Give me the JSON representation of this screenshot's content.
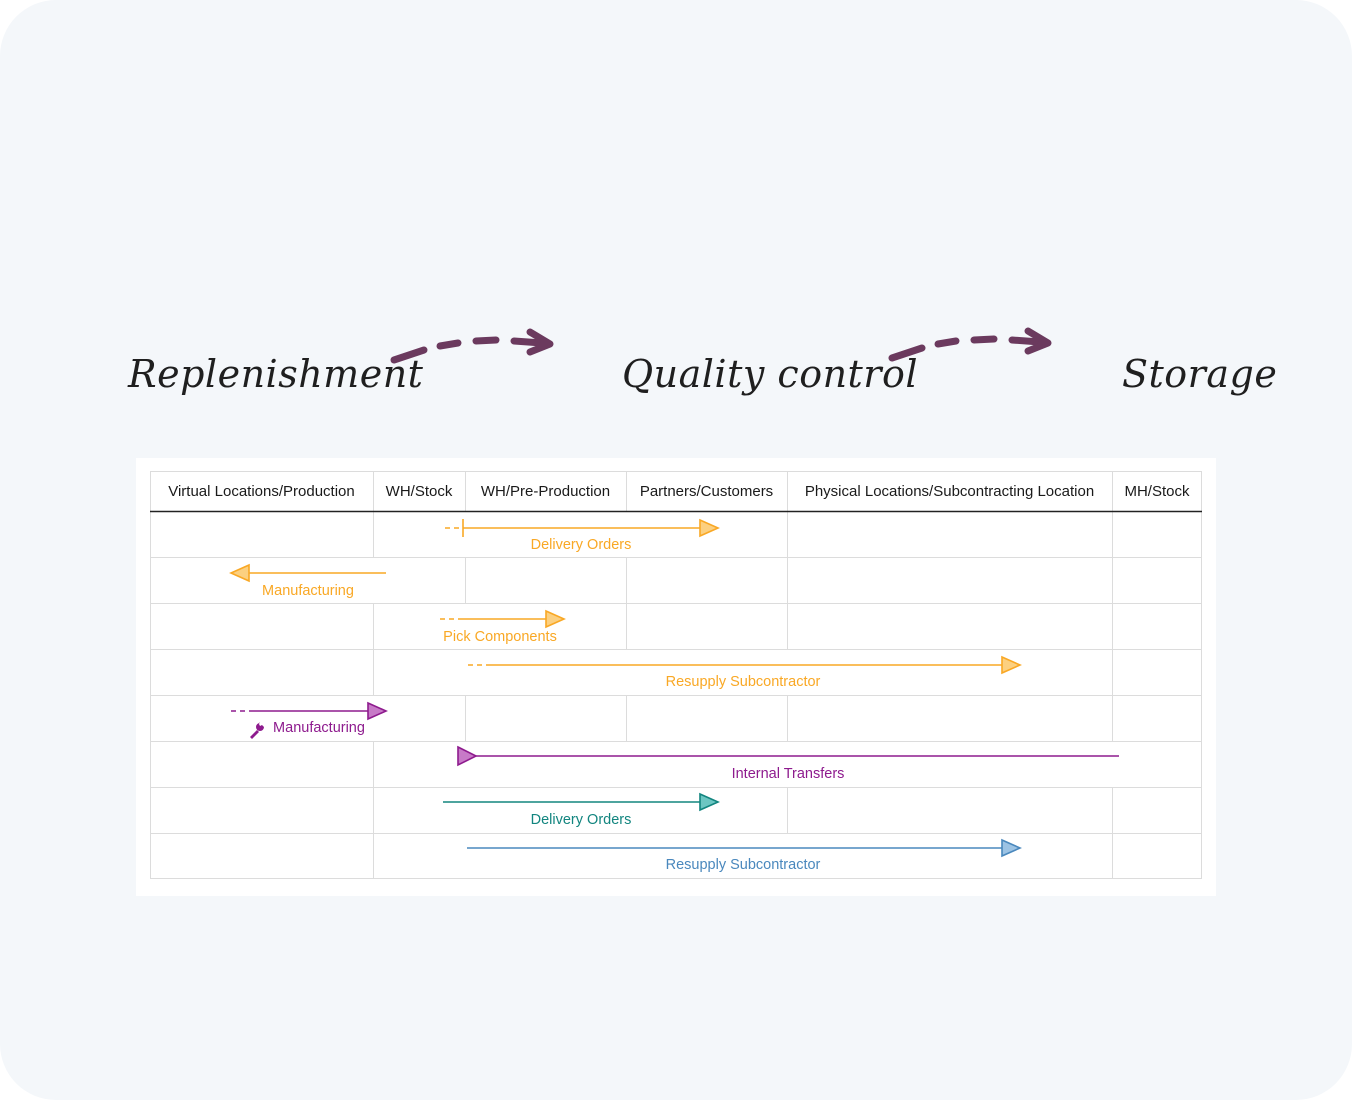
{
  "steps": {
    "replenishment": "Replenishment",
    "quality_control": "Quality control",
    "storage": "Storage"
  },
  "columns": [
    "Virtual Locations/Production",
    "WH/Stock",
    "WH/Pre-Production",
    "Partners/Customers",
    "Physical Locations/Subcontracting Location",
    "MH/Stock"
  ],
  "flows": [
    {
      "label": "Delivery Orders",
      "color": "#f9a825",
      "direction": "right",
      "dashed_start": true
    },
    {
      "label": "Manufacturing",
      "color": "#f9a825",
      "direction": "left",
      "dashed_start": false
    },
    {
      "label": "Pick Components",
      "color": "#f9a825",
      "direction": "right",
      "dashed_start": true
    },
    {
      "label": "Resupply Subcontractor",
      "color": "#f9a825",
      "direction": "right",
      "dashed_start": true
    },
    {
      "label": "Manufacturing",
      "color": "#8e1b8e",
      "direction": "right",
      "dashed_start": true,
      "icon": "wrench-icon"
    },
    {
      "label": "Internal Transfers",
      "color": "#8e1b8e",
      "direction": "left",
      "dashed_start": false
    },
    {
      "label": "Delivery Orders",
      "color": "#12857f",
      "direction": "right",
      "dashed_start": false
    },
    {
      "label": "Resupply Subcontractor",
      "color": "#4a88bd",
      "direction": "right",
      "dashed_start": false
    }
  ],
  "colors": {
    "background": "#f4f7fa",
    "step_arrow": "#6b3a5e",
    "orange": "#f9a825",
    "purple": "#8e1b8e",
    "teal": "#12857f",
    "blue": "#4a88bd"
  }
}
